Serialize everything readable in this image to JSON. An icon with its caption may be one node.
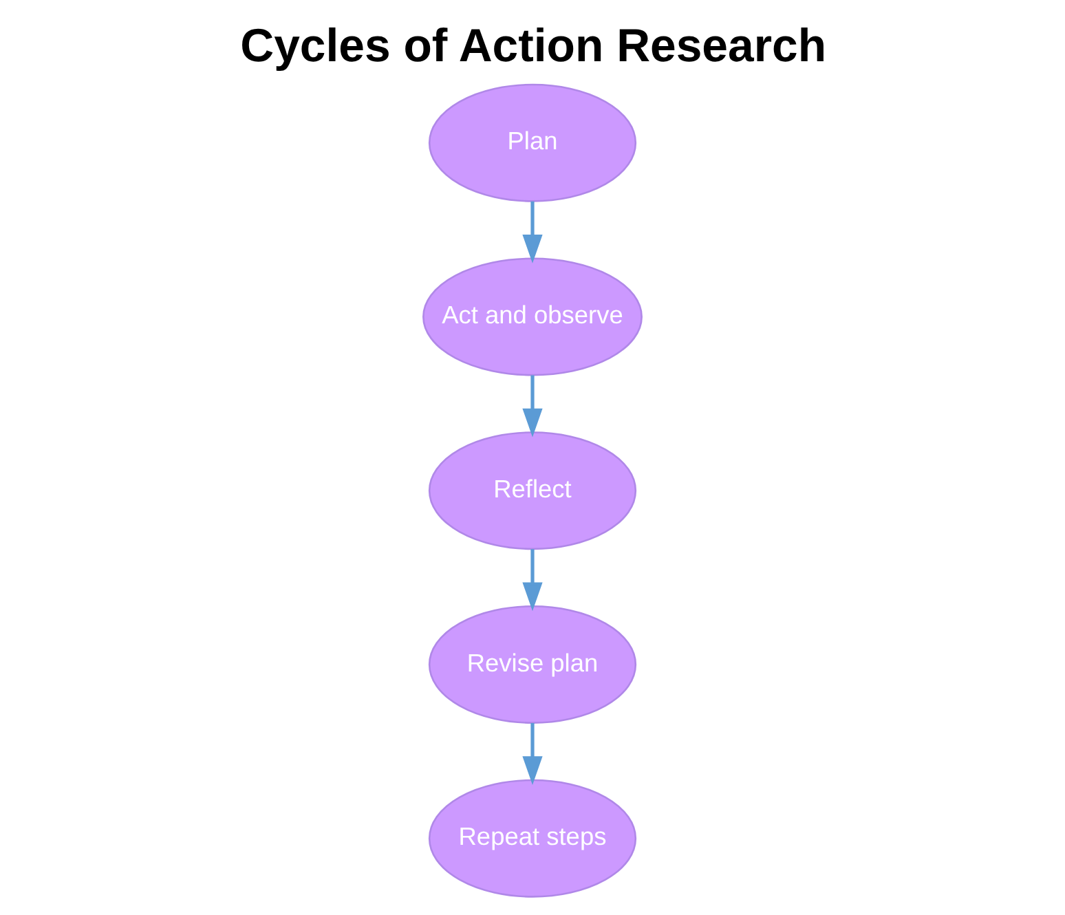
{
  "diagram": {
    "title": "Cycles of Action Research",
    "nodes": [
      {
        "text": [
          "Plan"
        ]
      },
      {
        "text": [
          "Act and observe"
        ]
      },
      {
        "text": [
          "Reflect"
        ]
      },
      {
        "text": [
          "Revise plan"
        ]
      },
      {
        "text": [
          "Repeat steps"
        ]
      }
    ],
    "edges": [
      {
        "from": 0,
        "to": 1,
        "arrow": "to"
      },
      {
        "from": 1,
        "to": 2,
        "arrow": "to"
      },
      {
        "from": 2,
        "to": 3,
        "arrow": "to"
      },
      {
        "from": 3,
        "to": 4,
        "arrow": "to"
      }
    ]
  }
}
